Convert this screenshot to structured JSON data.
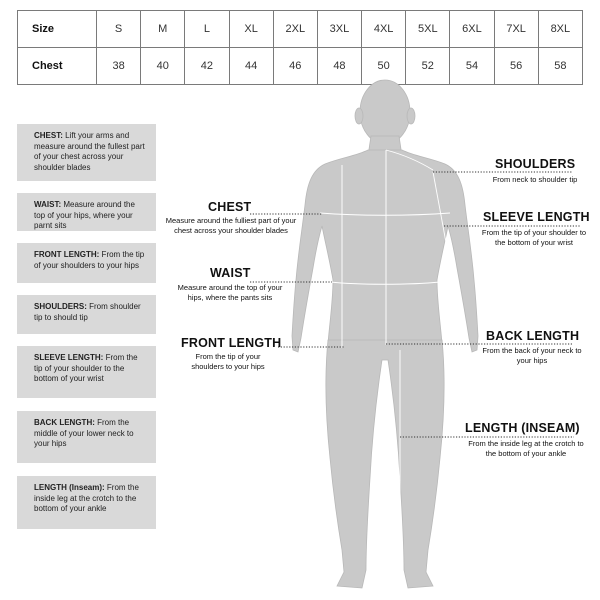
{
  "size_table": {
    "header_label": "Size",
    "sizes": [
      "S",
      "M",
      "L",
      "XL",
      "2XL",
      "3XL",
      "4XL",
      "5XL",
      "6XL",
      "7XL",
      "8XL"
    ],
    "row_label": "Chest",
    "chest": [
      "38",
      "40",
      "42",
      "44",
      "46",
      "48",
      "50",
      "52",
      "54",
      "56",
      "58"
    ]
  },
  "instructions": [
    {
      "term": "CHEST:",
      "text": " Lift your arms and measure around the fullest part of your chest across your shoulder blades"
    },
    {
      "term": "WAIST:",
      "text": " Measure around the top of your hips, where your parnt sits"
    },
    {
      "term": "FRONT LENGTH:",
      "text": " From the tip of your shoulders to your hips"
    },
    {
      "term": "SHOULDERS:",
      "text": " From shoulder tip to should tip"
    },
    {
      "term": "SLEEVE LENGTH:",
      "text": " From the tip of your shoulder to the bottom of your wrist"
    },
    {
      "term": "BACK LENGTH:",
      "text": " From the middle of your lower neck to your hips"
    },
    {
      "term": "LENGTH (Inseam):",
      "text": " From the inside leg at the crotch to the bottom of your ankle"
    }
  ],
  "callouts": {
    "shoulders": {
      "title": "SHOULDERS",
      "desc": "From neck to shoulder tip"
    },
    "chest": {
      "title": "CHEST",
      "desc": "Measure around the fulliest part of your chest across your shoulder blades"
    },
    "sleeve_length": {
      "title": "SLEEVE LENGTH",
      "desc": "From the tip of your shoulder to the bottom of your wrist"
    },
    "waist": {
      "title": "WAIST",
      "desc": "Measure around the top of your hips, where the pants sits"
    },
    "front_length": {
      "title": "FRONT LENGTH",
      "desc": "From the tip of your shoulders to your hips"
    },
    "back_length": {
      "title": "BACK LENGTH",
      "desc": "From the back of your neck to your hips"
    },
    "length_inseam": {
      "title": "LENGTH (INSEAM)",
      "desc": "From the inside leg at the crotch to the bottom of your ankle"
    }
  },
  "colors": {
    "figure": "#c9c9c9",
    "box": "#d9d9d9",
    "table_border": "#7a7a7a"
  }
}
